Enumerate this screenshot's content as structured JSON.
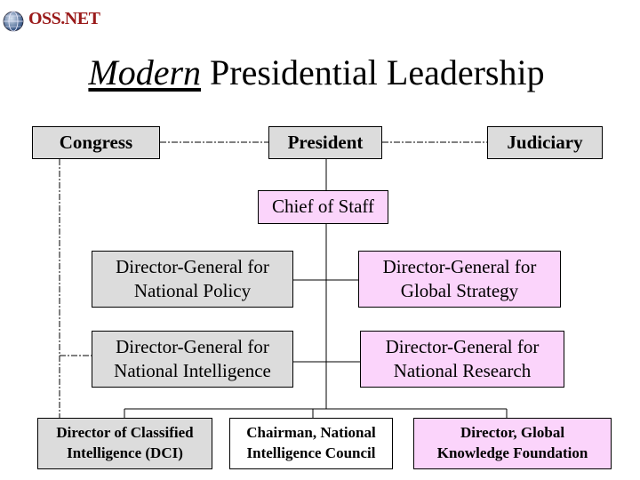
{
  "logo": {
    "text": "OSS.NET",
    "icon": "globe-icon"
  },
  "title": {
    "emphasis": "Modern",
    "rest": " Presidential Leadership"
  },
  "nodes": {
    "congress": "Congress",
    "president": "President",
    "judiciary": "Judiciary",
    "chief_of_staff": "Chief of Staff",
    "dg_national_policy": [
      "Director-General for",
      "National Policy"
    ],
    "dg_global_strategy": [
      "Director-General for",
      "Global Strategy"
    ],
    "dg_national_intelligence": [
      "Director-General for",
      "National Intelligence"
    ],
    "dg_national_research": [
      "Director-General for",
      "National Research"
    ],
    "dci": [
      "Director of Classified",
      "Intelligence (DCI)"
    ],
    "nic_chairman": [
      "Chairman, National",
      "Intelligence Council"
    ],
    "gkf_director": [
      "Director, Global",
      "Knowledge Foundation"
    ]
  },
  "colors": {
    "gray_box": "#dcdcdc",
    "pink_box": "#fbd4fb",
    "logo_red": "#9a1a1a"
  }
}
